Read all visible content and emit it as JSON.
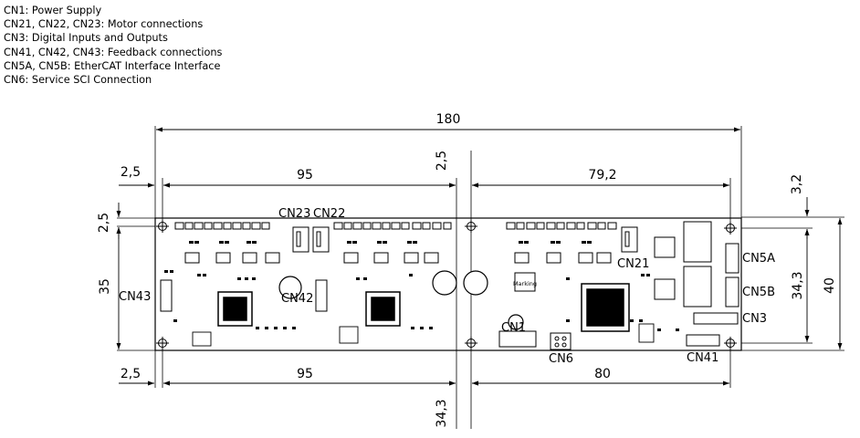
{
  "legend": [
    "CN1: Power Supply",
    "CN21, CN22, CN23: Motor connections",
    "CN3: Digital Inputs and Outputs",
    "CN41, CN42, CN43: Feedback connections",
    "CN5A, CN5B: EtherCAT Interface Interface",
    "CN6: Service SCI Connection"
  ],
  "dimensions": {
    "total_width": "180",
    "left_hole_offset_top": "2,5",
    "center_gap_top": "2,5",
    "left_span_top": "95",
    "right_span_top": "79,2",
    "top_right_offset": "3,2",
    "left_edge_hole": "2,5",
    "board_height_inner": "35",
    "hole_spacing_right": "34,3",
    "board_height": "40",
    "left_hole_offset_bottom": "2,5",
    "left_span_bottom": "95",
    "right_span_bottom": "80",
    "center_bottom": "34,3"
  },
  "connectors": {
    "cn1": "CN1",
    "cn21": "CN21",
    "cn22": "CN22",
    "cn23": "CN23",
    "cn3": "CN3",
    "cn41": "CN41",
    "cn42": "CN42",
    "cn43": "CN43",
    "cn5a": "CN5A",
    "cn5b": "CN5B",
    "cn6": "CN6"
  },
  "chip_marking": "Marking"
}
